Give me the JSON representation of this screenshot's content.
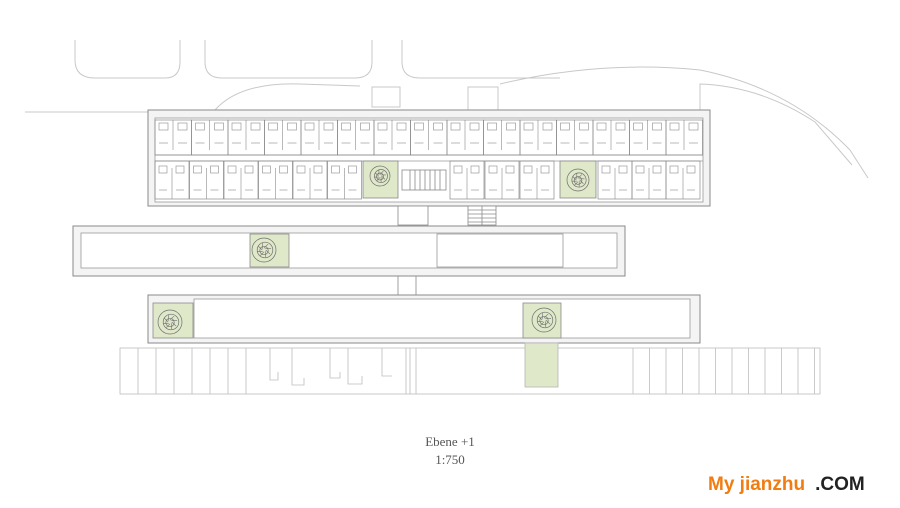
{
  "plan": {
    "title": "Ebene +1",
    "scale": "1:750"
  },
  "watermark": {
    "brand": "My jianzhu",
    "suffix": ".COM"
  },
  "colors": {
    "line": "#8a8a8a",
    "light_line": "#c4c4c4",
    "courtyard_fill": "#dfe8c9",
    "building_fill": "#f4f4f4",
    "brand_orange": "#f07c12"
  },
  "icons": {
    "courtyard_tree": "spiral-tree-symbol",
    "stair": "stair-symbol"
  }
}
